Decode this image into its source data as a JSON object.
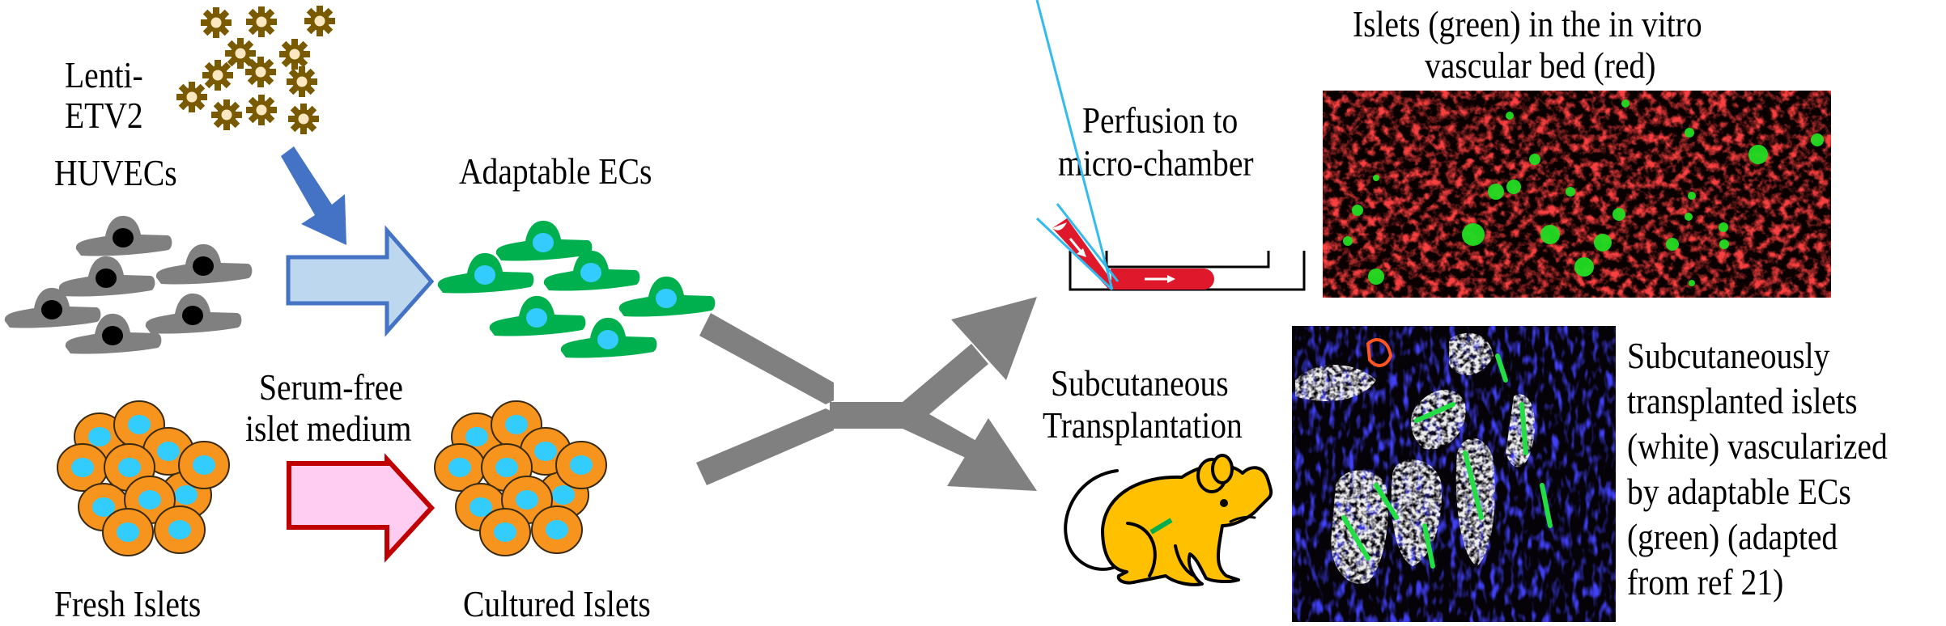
{
  "figure": {
    "title": "Workflow: adaptable ECs and cultured islets for vascularization",
    "colors": {
      "virus_gear": "#7a5a00",
      "virus_core": "#fbe7c0",
      "huvec_body": "#808080",
      "huvec_nucleus": "#000000",
      "ec_body": "#00b04f",
      "ec_nucleus": "#33ccff",
      "islet_cell": "#f7941d",
      "islet_nucleus": "#33ccff",
      "transduction_arrow": "#4472c4",
      "transduction_arrow_fill": "#bdd7ee",
      "culture_arrow_stroke": "#c00000",
      "culture_arrow_fill": "#ffccf2",
      "branch_arrow": "#808080",
      "perfusion_liquid": "#e0182b",
      "perfusion_tube": "#33bbee",
      "mouse_body": "#ffc000",
      "mouse_marker": "#00b04f"
    }
  },
  "labels": {
    "lenti_line1": "Lenti-",
    "lenti_line2": "ETV2",
    "huvecs": "HUVECs",
    "adaptable_ecs": "Adaptable ECs",
    "serum_free_line1": "Serum-free",
    "serum_free_line2": "islet medium",
    "fresh_islets": "Fresh Islets",
    "cultured_islets": "Cultured Islets",
    "perfusion_line1": "Perfusion to",
    "perfusion_line2": "micro-chamber",
    "invitro_line1": "Islets (green) in the in vitro",
    "invitro_line2": "vascular bed (red)",
    "subq_line1": "Subcutaneous",
    "subq_line2": "Transplantation",
    "invivo_caption": [
      "Subcutaneously",
      "transplanted islets",
      "(white) vascularized",
      "by adaptable ECs",
      "(green) (adapted",
      "from ref 21)"
    ]
  },
  "images": {
    "invitro_micrograph": "Fluorescence micrograph: green islets in red vascular network",
    "invivo_micrograph": "Fluorescence micrograph: white islets, green ECs, blue nuclei"
  }
}
